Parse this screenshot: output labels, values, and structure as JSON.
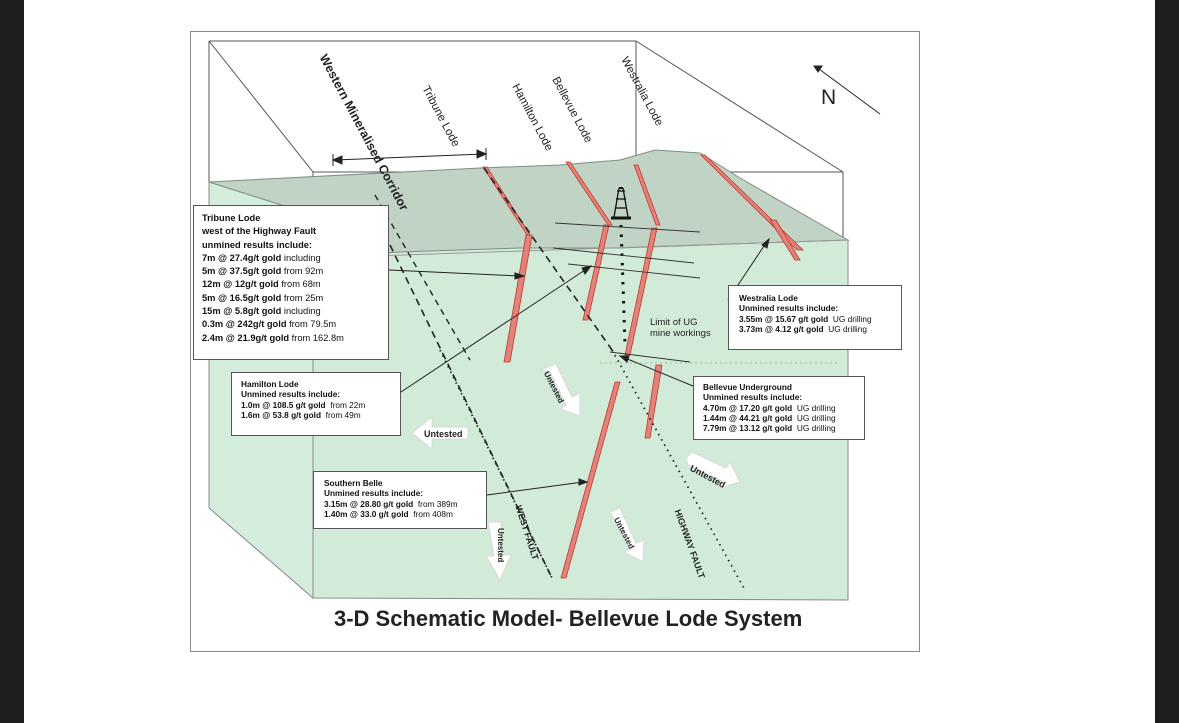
{
  "title": "3-D Schematic Model- Bellevue Lode System",
  "north_label": "N",
  "lode_labels": {
    "western_corridor": "Western Mineralised Corridor",
    "tribune": "Tribune Lode",
    "hamilton": "Hamilton Lode",
    "bellevue": "Bellevue Lode",
    "westralia": "Westralia Lode"
  },
  "faults": {
    "west": "WEST FAULT",
    "highway": "HIGHWAY FAULT"
  },
  "untested_label": "Untested",
  "ug_limit": {
    "line1": "Limit of UG",
    "line2": "mine workings"
  },
  "tribune_box": {
    "title1": "Tribune Lode",
    "title2": "west of the Highway Fault",
    "title3": "unmined results include:",
    "results": [
      {
        "value": "7m @ 27.4g/t gold",
        "suffix": "including"
      },
      {
        "value": "5m @ 37.5g/t gold",
        "suffix": "from 92m"
      },
      {
        "value": "12m @ 12g/t gold",
        "suffix": "from 68m"
      },
      {
        "value": "5m @ 16.5g/t gold",
        "suffix": "from 25m"
      },
      {
        "value": "15m @ 5.8g/t gold",
        "suffix": "including"
      },
      {
        "value": "0.3m @ 242g/t gold",
        "suffix": "from 79.5m"
      },
      {
        "value": "2.4m @ 21.9g/t gold",
        "suffix": "from 162.8m"
      }
    ]
  },
  "hamilton_box": {
    "title1": "Hamilton Lode",
    "title2": "Unmined results include:",
    "results": [
      {
        "value": "1.0m @ 108.5 g/t gold",
        "suffix": "from 22m"
      },
      {
        "value": "1.6m @ 53.8 g/t gold",
        "suffix": "from 49m"
      }
    ]
  },
  "westralia_box": {
    "title1": "Westralia Lode",
    "title2": "Unmined results include:",
    "results": [
      {
        "value": "3.55m @ 15.67 g/t gold",
        "suffix": "UG drilling"
      },
      {
        "value": "3.73m @ 4.12 g/t gold",
        "suffix": "UG drilling"
      }
    ]
  },
  "bellevue_box": {
    "title1": "Bellevue Underground",
    "title2": "Unmined results include:",
    "results": [
      {
        "value": "4.70m @ 17.20 g/t gold",
        "suffix": "UG drilling"
      },
      {
        "value": "1.44m @ 44.21 g/t gold",
        "suffix": "UG drilling"
      },
      {
        "value": "7.79m @ 13.12 g/t gold",
        "suffix": "UG drilling"
      }
    ]
  },
  "southern_box": {
    "title1": "Southern Belle",
    "title2": "Unmined results include:",
    "results": [
      {
        "value": "3.15m @ 28.80 g/t gold",
        "suffix": "from 389m"
      },
      {
        "value": "1.40m @ 33.0 g/t gold",
        "suffix": "from 408m"
      }
    ]
  },
  "colors": {
    "ground": "#d5eddc",
    "surface": "#c1d3c5",
    "lode": "#e2827a",
    "lode_edge": "#c0392b"
  }
}
